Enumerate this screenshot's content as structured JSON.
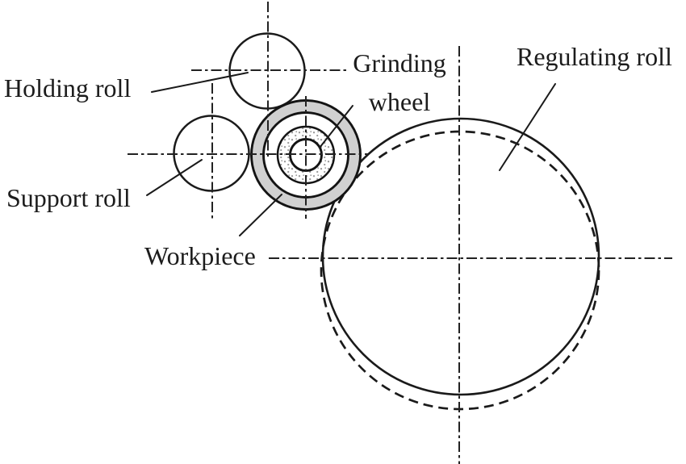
{
  "figure": {
    "labels": {
      "holding_roll": "Holding roll",
      "support_roll": "Support roll",
      "grinding_wheel": {
        "line1": "Grinding",
        "line2": "wheel"
      },
      "workpiece": "Workpiece",
      "regulating_roll": "Regulating roll"
    },
    "colors": {
      "ink": "#1a1a1a",
      "workpiece_ring_fill": "#d0d0d0",
      "stipple_dot": "#9a9a9a",
      "background": "#ffffff"
    }
  }
}
